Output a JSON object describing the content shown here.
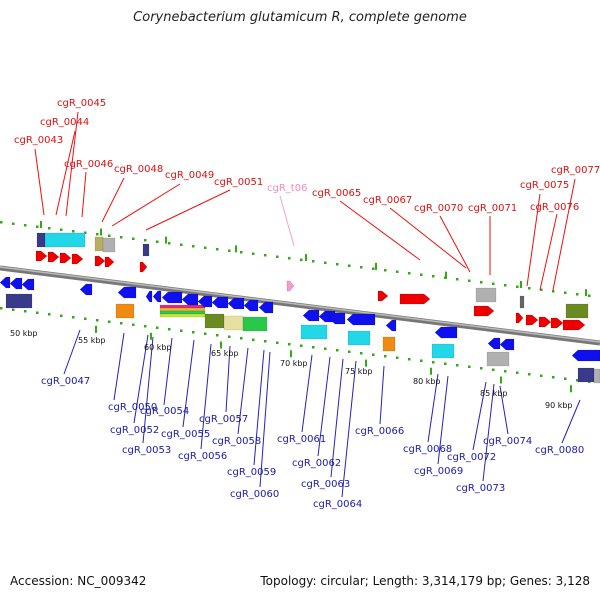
{
  "title": "Corynebacterium glutamicum R, complete genome",
  "accession": "Accession: NC_009342",
  "topology": "Topology: circular; Length: 3,314,179 bp; Genes: 3,128",
  "colors": {
    "forward_gene": "#ee0000",
    "reverse_gene": "#1010ee",
    "trna": "#f79ad0",
    "backbone": "#888888",
    "gc_dots": "#33aa11",
    "cyan": "#22d8e8",
    "navy": "#3a3a8a",
    "orange": "#f08a10",
    "olive": "#6a8a22",
    "grey": "#b0b0b0"
  },
  "kbp_marks": [
    "50 kbp",
    "55 kbp",
    "60 kbp",
    "65 kbp",
    "70 kbp",
    "75 kbp",
    "80 kbp",
    "85 kbp",
    "90 kbp"
  ],
  "forward_labels": [
    "cgR_0043",
    "cgR_0044",
    "cgR_0045",
    "cgR_0046",
    "cgR_0048",
    "cgR_0049",
    "cgR_0051",
    "cgR_0065",
    "cgR_0067",
    "cgR_0070",
    "cgR_0071",
    "cgR_0075",
    "cgR_0076",
    "cgR_0077"
  ],
  "trna_labels": [
    "cgR_t06"
  ],
  "reverse_labels": [
    "cgR_0047",
    "cgR_0050",
    "cgR_0052",
    "cgR_0053",
    "cgR_0054",
    "cgR_0055",
    "cgR_0056",
    "cgR_0057",
    "cgR_0058",
    "cgR_0059",
    "cgR_0060",
    "cgR_0061",
    "cgR_0062",
    "cgR_0063",
    "cgR_0064",
    "cgR_0066",
    "cgR_0068",
    "cgR_0069",
    "cgR_0072",
    "cgR_0073",
    "cgR_0074",
    "cgR_0080"
  ]
}
